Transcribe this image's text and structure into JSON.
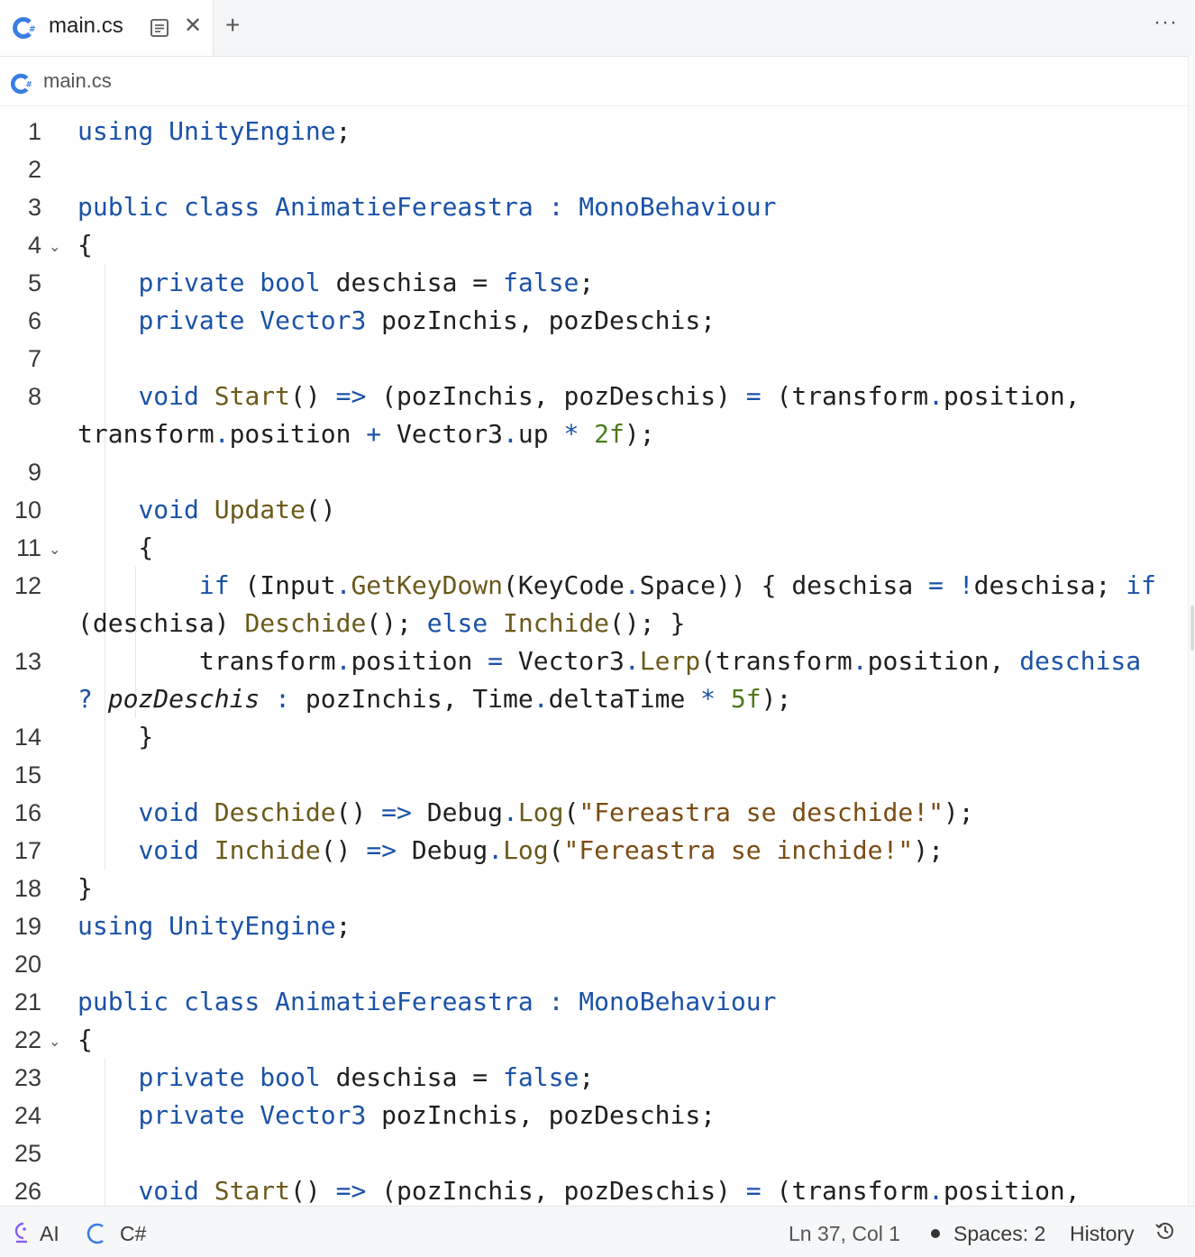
{
  "tabs": [
    {
      "label": "main.cs",
      "language": "C#",
      "active": true
    }
  ],
  "tabbar": {
    "add": "+",
    "more": "···"
  },
  "breadcrumb": {
    "file": "main.cs"
  },
  "colors": {
    "keyword": "#1a52a8",
    "function": "#6b5a1a",
    "string": "#7a4b12",
    "number": "#4d7a1a",
    "csharp_icon": "#3b7de3",
    "ai_icon": "#8a5cf0"
  },
  "editor": {
    "lines": [
      {
        "n": "1",
        "fold": "",
        "guides": [],
        "segs": [
          [
            "kw",
            "using UnityEngine"
          ],
          [
            "",
            "; "
          ]
        ]
      },
      {
        "n": "2",
        "fold": "",
        "guides": [],
        "segs": []
      },
      {
        "n": "3",
        "fold": "",
        "guides": [],
        "segs": [
          [
            "kw",
            "public class AnimatieFereastra : MonoBehaviour"
          ]
        ]
      },
      {
        "n": "4",
        "fold": "⌄",
        "guides": [],
        "segs": [
          [
            "",
            "{"
          ]
        ]
      },
      {
        "n": "5",
        "fold": "",
        "guides": [
          1
        ],
        "segs": [
          [
            "",
            "    "
          ],
          [
            "kw",
            "private bool"
          ],
          [
            "",
            " deschisa = "
          ],
          [
            "kw",
            "false"
          ],
          [
            "",
            ";"
          ]
        ]
      },
      {
        "n": "6",
        "fold": "",
        "guides": [
          1
        ],
        "segs": [
          [
            "",
            "    "
          ],
          [
            "kw",
            "private Vector3"
          ],
          [
            "",
            " pozInchis, pozDeschis;"
          ]
        ]
      },
      {
        "n": "7",
        "fold": "",
        "guides": [
          1
        ],
        "segs": []
      },
      {
        "n": "8",
        "fold": "",
        "guides": [
          1
        ],
        "segs": [
          [
            "",
            "    "
          ],
          [
            "kw",
            "void"
          ],
          [
            "",
            " "
          ],
          [
            "fn",
            "Start"
          ],
          [
            "",
            "() "
          ],
          [
            "kw",
            "=>"
          ],
          [
            "",
            " (pozInchis, pozDeschis) "
          ],
          [
            "kw",
            "="
          ],
          [
            "",
            " (transform"
          ],
          [
            "kw",
            "."
          ],
          [
            "",
            "position,"
          ]
        ]
      },
      {
        "n": "",
        "fold": "",
        "guides": [
          1
        ],
        "segs": [
          [
            "",
            "transform"
          ],
          [
            "kw",
            "."
          ],
          [
            "",
            "position "
          ],
          [
            "kw",
            "+"
          ],
          [
            "",
            " Vector3"
          ],
          [
            "kw",
            "."
          ],
          [
            "",
            "up "
          ],
          [
            "kw",
            "*"
          ],
          [
            "",
            " "
          ],
          [
            "nm",
            "2f"
          ],
          [
            "",
            ");"
          ]
        ]
      },
      {
        "n": "9",
        "fold": "",
        "guides": [
          1
        ],
        "segs": []
      },
      {
        "n": "10",
        "fold": "",
        "guides": [
          1
        ],
        "segs": [
          [
            "",
            "    "
          ],
          [
            "kw",
            "void"
          ],
          [
            "",
            " "
          ],
          [
            "fn",
            "Update"
          ],
          [
            "",
            "()"
          ]
        ]
      },
      {
        "n": "11",
        "fold": "⌄",
        "guides": [
          1
        ],
        "segs": [
          [
            "",
            "    {"
          ]
        ]
      },
      {
        "n": "12",
        "fold": "",
        "guides": [
          1,
          2
        ],
        "segs": [
          [
            "",
            "        "
          ],
          [
            "kw",
            "if"
          ],
          [
            "",
            " (Input"
          ],
          [
            "kw",
            "."
          ],
          [
            "fn",
            "GetKeyDown"
          ],
          [
            "",
            "(KeyCode"
          ],
          [
            "kw",
            "."
          ],
          [
            "",
            "Space)) { deschisa "
          ],
          [
            "kw",
            "="
          ],
          [
            "",
            " "
          ],
          [
            "kw",
            "!"
          ],
          [
            "",
            "deschisa; "
          ],
          [
            "kw",
            "if"
          ]
        ]
      },
      {
        "n": "",
        "fold": "",
        "guides": [
          1,
          2
        ],
        "segs": [
          [
            "",
            "(deschisa) "
          ],
          [
            "fn",
            "Deschide"
          ],
          [
            "",
            "(); "
          ],
          [
            "kw",
            "else"
          ],
          [
            "",
            " "
          ],
          [
            "fn",
            "Inchide"
          ],
          [
            "",
            "(); }"
          ]
        ]
      },
      {
        "n": "13",
        "fold": "",
        "guides": [
          1,
          2
        ],
        "segs": [
          [
            "",
            "        transform"
          ],
          [
            "kw",
            "."
          ],
          [
            "",
            "position "
          ],
          [
            "kw",
            "="
          ],
          [
            "",
            " Vector3"
          ],
          [
            "kw",
            "."
          ],
          [
            "fn",
            "Lerp"
          ],
          [
            "",
            "(transform"
          ],
          [
            "kw",
            "."
          ],
          [
            "",
            "position, "
          ],
          [
            "kw",
            "deschisa"
          ]
        ]
      },
      {
        "n": "",
        "fold": "",
        "guides": [
          1,
          2
        ],
        "segs": [
          [
            "kw",
            "?"
          ],
          [
            "",
            " "
          ],
          [
            "it",
            "pozDeschis"
          ],
          [
            "",
            " "
          ],
          [
            "kw",
            ":"
          ],
          [
            "",
            " pozInchis, Time"
          ],
          [
            "kw",
            "."
          ],
          [
            "",
            "deltaTime "
          ],
          [
            "kw",
            "*"
          ],
          [
            "",
            " "
          ],
          [
            "nm",
            "5f"
          ],
          [
            "",
            ");"
          ]
        ]
      },
      {
        "n": "14",
        "fold": "",
        "guides": [
          1
        ],
        "segs": [
          [
            "",
            "    }"
          ]
        ]
      },
      {
        "n": "15",
        "fold": "",
        "guides": [
          1
        ],
        "segs": []
      },
      {
        "n": "16",
        "fold": "",
        "guides": [
          1
        ],
        "segs": [
          [
            "",
            "    "
          ],
          [
            "kw",
            "void"
          ],
          [
            "",
            " "
          ],
          [
            "fn",
            "Deschide"
          ],
          [
            "",
            "() "
          ],
          [
            "kw",
            "=>"
          ],
          [
            "",
            " Debug"
          ],
          [
            "kw",
            "."
          ],
          [
            "fn",
            "Log"
          ],
          [
            "",
            "("
          ],
          [
            "st",
            "\"Fereastra se deschide!\""
          ],
          [
            "",
            ");"
          ]
        ]
      },
      {
        "n": "17",
        "fold": "",
        "guides": [
          1
        ],
        "segs": [
          [
            "",
            "    "
          ],
          [
            "kw",
            "void"
          ],
          [
            "",
            " "
          ],
          [
            "fn",
            "Inchide"
          ],
          [
            "",
            "() "
          ],
          [
            "kw",
            "=>"
          ],
          [
            "",
            " Debug"
          ],
          [
            "kw",
            "."
          ],
          [
            "fn",
            "Log"
          ],
          [
            "",
            "("
          ],
          [
            "st",
            "\"Fereastra se inchide!\""
          ],
          [
            "",
            ");"
          ]
        ]
      },
      {
        "n": "18",
        "fold": "",
        "guides": [],
        "segs": [
          [
            "",
            "}"
          ]
        ]
      },
      {
        "n": "19",
        "fold": "",
        "guides": [],
        "segs": [
          [
            "kw",
            "using UnityEngine"
          ],
          [
            "",
            ";"
          ]
        ]
      },
      {
        "n": "20",
        "fold": "",
        "guides": [],
        "segs": []
      },
      {
        "n": "21",
        "fold": "",
        "guides": [],
        "segs": [
          [
            "kw",
            "public class AnimatieFereastra : MonoBehaviour"
          ]
        ]
      },
      {
        "n": "22",
        "fold": "⌄",
        "guides": [],
        "segs": [
          [
            "",
            "{"
          ]
        ]
      },
      {
        "n": "23",
        "fold": "",
        "guides": [
          1
        ],
        "segs": [
          [
            "",
            "    "
          ],
          [
            "kw",
            "private bool"
          ],
          [
            "",
            " deschisa = "
          ],
          [
            "kw",
            "false"
          ],
          [
            "",
            ";"
          ]
        ]
      },
      {
        "n": "24",
        "fold": "",
        "guides": [
          1
        ],
        "segs": [
          [
            "",
            "    "
          ],
          [
            "kw",
            "private Vector3"
          ],
          [
            "",
            " pozInchis, pozDeschis;"
          ]
        ]
      },
      {
        "n": "25",
        "fold": "",
        "guides": [
          1
        ],
        "segs": []
      },
      {
        "n": "26",
        "fold": "",
        "guides": [
          1
        ],
        "segs": [
          [
            "",
            "    "
          ],
          [
            "kw",
            "void"
          ],
          [
            "",
            " "
          ],
          [
            "fn",
            "Start"
          ],
          [
            "",
            "() "
          ],
          [
            "kw",
            "=>"
          ],
          [
            "",
            " (pozInchis, pozDeschis) "
          ],
          [
            "kw",
            "="
          ],
          [
            "",
            " (transform"
          ],
          [
            "kw",
            "."
          ],
          [
            "",
            "position,"
          ]
        ]
      }
    ]
  },
  "status": {
    "ai": "AI",
    "language": "C#",
    "position": "Ln 37, Col 1",
    "spaces": "Spaces: 2",
    "history": "History"
  }
}
